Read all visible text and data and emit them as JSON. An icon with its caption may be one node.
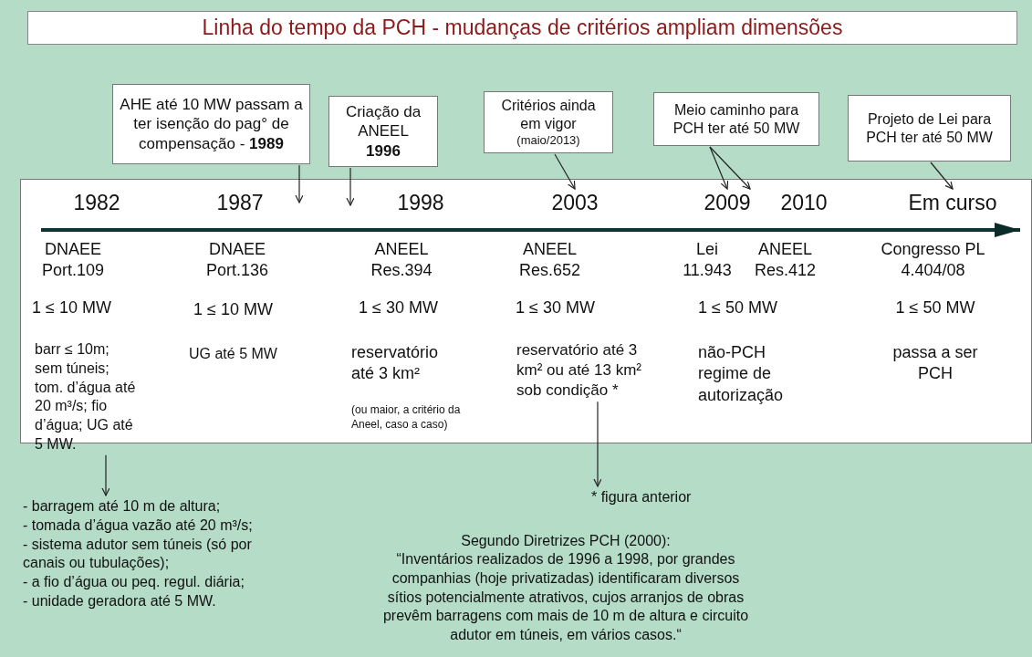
{
  "diagram": {
    "title": "Linha do tempo da PCH - mudanças de critérios ampliam dimensões",
    "nodes": [
      {
        "text": [
          "AHE até 10 MW passam a ter isenção do pag° de compensação - **1989**"
        ]
      },
      {
        "text": [
          "Criação da ANEEL",
          "1996"
        ]
      },
      {
        "text": [
          "Critérios ainda em vigor",
          "(maio/2013)"
        ]
      },
      {
        "text": [
          "Meio caminho para PCH ter até 50 MW"
        ]
      },
      {
        "text": [
          "Projeto de Lei para PCH ter até 50 MW"
        ]
      },
      {
        "text": [],
        "shape": "box"
      },
      {
        "text": [
          "1982"
        ],
        "in": 5
      },
      {
        "text": [
          "1987"
        ],
        "in": 5
      },
      {
        "text": [
          "1998"
        ],
        "in": 5
      },
      {
        "text": [
          "2003"
        ],
        "in": 5
      },
      {
        "text": [
          "2009"
        ],
        "in": 5
      },
      {
        "text": [
          "2010"
        ],
        "in": 5
      },
      {
        "text": [
          "Em curso"
        ],
        "in": 5
      },
      {
        "text": [
          "barr ≤ 10m; sem túneis; tom. d’água até 20 m³/s; fio d’água; UG até 5 MW."
        ],
        "in": 5
      },
      {
        "text": [
          "reservatório até 3 km² ou até 13 km² sob condição *"
        ],
        "in": 5
      },
      {
        "text": [
          "- barragem até 10 m de altura;",
          "- tomada d’água vazão até 20 m³/s;",
          "- sistema adutor sem túneis (só por canais ou tubulações);",
          "- a fio d’água ou peq. regul. diária;",
          "- unidade geradora até 5 MW."
        ]
      },
      {
        "text": [
          "* figura anterior"
        ]
      }
    ],
    "edges": [
      {
        "from": 0,
        "to": 5,
        "arrow": "to"
      },
      {
        "from": 1,
        "to": 5,
        "arrow": "to"
      },
      {
        "from": 2,
        "to": 9,
        "arrow": "to"
      },
      {
        "from": 3,
        "to": 10,
        "arrow": "to"
      },
      {
        "from": 3,
        "to": 11,
        "arrow": "to"
      },
      {
        "from": 4,
        "to": 12,
        "arrow": "to"
      },
      {
        "from": 13,
        "to": 15,
        "arrow": "to"
      },
      {
        "from": 14,
        "to": 16,
        "arrow": "to"
      }
    ],
    "labels": [
      "DNAEE Port.109",
      "1 ≤ 10 MW",
      "DNAEE Port.136",
      "1 ≤ 10 MW",
      "UG até 5 MW",
      "ANEEL Res.394",
      "1 ≤ 30 MW",
      "reservatório até 3 km²",
      "(ou maior, a critério da Aneel, caso a caso)",
      "ANEEL Res.652",
      "1 ≤ 30 MW",
      "Lei 11.943",
      "ANEEL Res.412",
      "1 ≤ 50 MW",
      "não-PCH regime de autorização",
      "Congresso PL 4.404/08",
      "1 ≤ 50 MW",
      "passa a ser PCH",
      "Segundo Diretrizes PCH (2000):",
      "“Inventários realizados de 1996 a 1998, por grandes companhias (hoje privatizadas) identificaram diversos sítios potencialmente atrativos, cujos arranjos de obras prevêm barragens com mais de 10 m de altura e circuito adutor em túneis, em vários casos.“"
    ]
  }
}
